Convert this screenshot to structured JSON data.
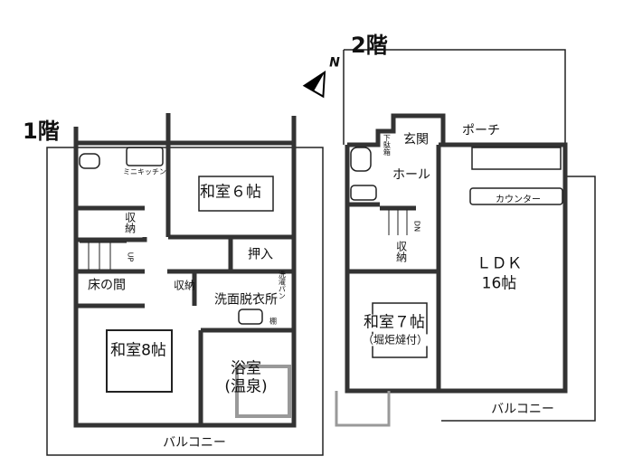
{
  "floors": [
    {
      "title": "1階",
      "rooms": {
        "washitsu6": "和室６帖",
        "storage1": "収納",
        "up": "UP",
        "oshiire": "押入",
        "tokonoma": "床の間",
        "storage2": "収納",
        "washer": "洗濯パン",
        "dressing": "洗面脱衣所",
        "shelf": "棚",
        "washitsu8": "和室8帖",
        "bath": "浴室",
        "bath_sub": "(温泉)",
        "balcony": "バルコニー",
        "mini_kitchen": "ミニキッチン"
      }
    },
    {
      "title": "2階",
      "rooms": {
        "entrance": "玄関",
        "porch": "ポーチ",
        "shoe_box": "下駄箱",
        "hall": "ホール",
        "counter": "カウンター",
        "dn": "DN",
        "storage": "収納",
        "ldk": "ＬＤＫ",
        "ldk_size": "16帖",
        "washitsu7": "和室７帖",
        "washitsu7_sub": "（堀炬燵付）",
        "balcony": "バルコニー"
      }
    }
  ],
  "compass": {
    "label": "N"
  }
}
